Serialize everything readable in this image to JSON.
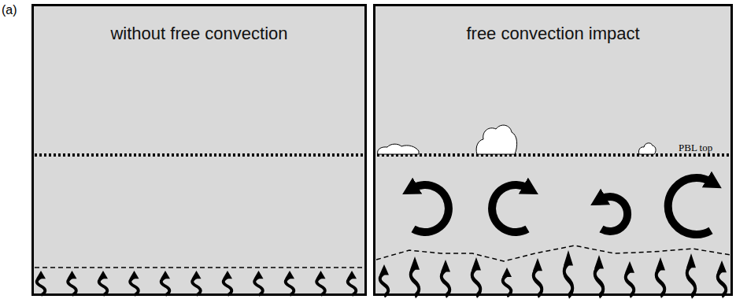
{
  "diagram": {
    "nodes": [
      {
        "text": [
          "without free convection"
        ]
      },
      {
        "text": [
          "free convection impact"
        ]
      }
    ],
    "labels": [
      "(a)",
      "PBL top"
    ]
  }
}
